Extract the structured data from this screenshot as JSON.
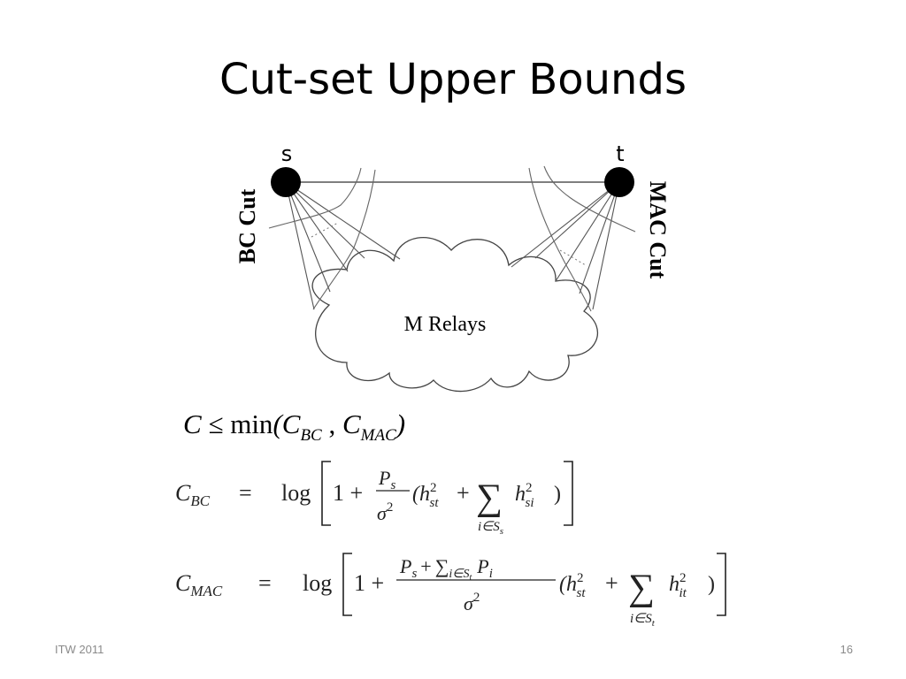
{
  "slide": {
    "title": "Cut-set Upper Bounds",
    "footer_left": "ITW 2011",
    "page_number": "16"
  },
  "diagram": {
    "source_label": "s",
    "destination_label": "t",
    "relay_cloud_label": "M Relays",
    "left_cut_label": "BC Cut",
    "right_cut_label": "MAC Cut"
  },
  "equations": {
    "main": {
      "lhs": "C",
      "relation": "≤",
      "func": "min",
      "open": "(",
      "arg1": "C",
      "arg1_sub": "BC",
      "sep": ",",
      "arg2": "C",
      "arg2_sub": "MAC",
      "close": ")"
    },
    "c_bc": {
      "lhs": "C",
      "lhs_sub": "BC",
      "equals": "=",
      "log": "log",
      "one_plus": "1 +",
      "num": "P",
      "num_sub": "s",
      "den": "σ",
      "den_sup": "2",
      "open": "(h",
      "h_sup": "2",
      "h_sub": "st",
      "plus": "+",
      "sum": "∑",
      "sum_index": "i∈S",
      "sum_index_sub": "s",
      "h2": "h",
      "h2_sup": "2",
      "h2_sub": "si",
      "close": ")"
    },
    "c_mac": {
      "lhs": "C",
      "lhs_sub": "MAC",
      "equals": "=",
      "log": "log",
      "one_plus": "1 +",
      "num_p": "P",
      "num_p_sub": "s",
      "num_plus": "+",
      "num_sum": "∑",
      "num_sum_index": "i∈S",
      "num_sum_index_sub": "t",
      "num_pi": "P",
      "num_pi_sub": "i",
      "den": "σ",
      "den_sup": "2",
      "open": "(h",
      "h_sup": "2",
      "h_sub": "st",
      "plus": "+",
      "sum": "∑",
      "sum_index": "i∈S",
      "sum_index_sub": "t",
      "h2": "h",
      "h2_sup": "2",
      "h2_sub": "it",
      "close": ")"
    }
  }
}
